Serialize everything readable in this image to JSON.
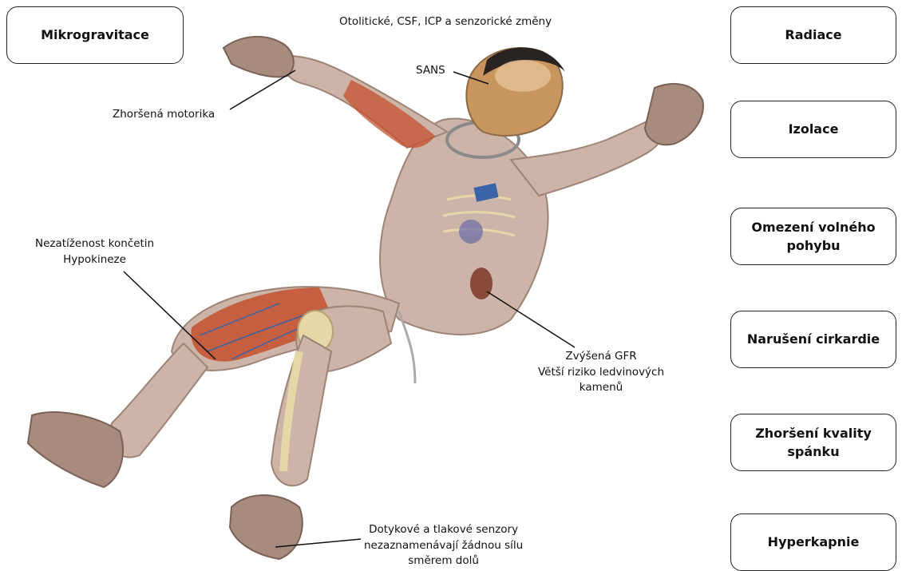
{
  "boxes": {
    "mikrogravitace": "Mikrogravitace",
    "radiace": "Radiace",
    "izolace": "Izolace",
    "omezeni_1": "Omezení volného",
    "omezeni_2": "pohybu",
    "cirkardie": "Narušení cirkardie",
    "spanek_1": "Zhoršení kvality",
    "spanek_2": "spánku",
    "hyperkapnie": "Hyperkapnie"
  },
  "labels": {
    "otolit": "Otolitické, CSF, ICP a senzorické změny",
    "sans": "SANS",
    "motorika": "Zhoršená motorika",
    "nezatizenost_1": "Nezatíženost končetin",
    "nezatizenost_2": "Hypokineze",
    "gfr_1": "Zvýšená GFR",
    "gfr_2": "Větší riziko ledvinových",
    "gfr_3": "kamenů",
    "senzory_1": "Dotykové a tlakové senzory",
    "senzory_2": "nezaznamenávají žádnou sílu",
    "senzory_3": "směrem dolů"
  },
  "colors": {
    "suit": "#cdb4a8",
    "suit_shade": "#9e8477",
    "muscle": "#c4502e",
    "bone": "#e6d7a8",
    "skin": "#c9955f",
    "hair": "#2a2420",
    "vessel": "#3a63a8",
    "line": "#111111"
  }
}
